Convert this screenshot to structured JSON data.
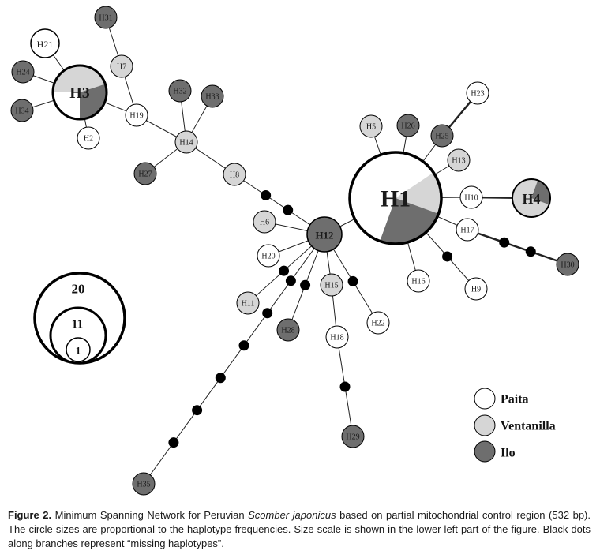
{
  "legend": {
    "items": [
      {
        "label": "Paita",
        "color": "#ffffff"
      },
      {
        "label": "Ventanilla",
        "color": "#d6d6d6"
      },
      {
        "label": "Ilo",
        "color": "#6e6e6e"
      }
    ]
  },
  "size_scale": [
    "20",
    "11",
    "1"
  ],
  "caption": {
    "figure_label": "Figure 2.",
    "text_before": " Minimum Spanning Network for Peruvian ",
    "species": "Scomber japonicus",
    "text_after": " based on partial mitochondrial control region (532 bp). The circle sizes are proportional to the haplotype frequencies. Size scale is shown in the lower left part of the figure. Black dots along branches represent “missing haplotypes”."
  },
  "haplotypes": [
    {
      "id": "H1",
      "label": "H1",
      "population": "mixed",
      "pie": {
        "Paita": 0.6,
        "Ventanilla": 0.15,
        "Ilo": 0.25
      }
    },
    {
      "id": "H3",
      "label": "H3",
      "population": "mixed",
      "pie": {
        "Paita": 0.25,
        "Ventanilla": 0.45,
        "Ilo": 0.3
      }
    },
    {
      "id": "H4",
      "label": "H4",
      "population": "mixed",
      "pie": {
        "Paita": 0.0,
        "Ventanilla": 0.75,
        "Ilo": 0.25
      }
    },
    {
      "id": "H12",
      "label": "H12",
      "population": "mixed",
      "pie": {
        "Paita": 0.0,
        "Ventanilla": 0.0,
        "Ilo": 1.0
      }
    },
    {
      "id": "H2",
      "label": "H2",
      "population": "Paita"
    },
    {
      "id": "H5",
      "label": "H5",
      "population": "Ventanilla"
    },
    {
      "id": "H6",
      "label": "H6",
      "population": "Ventanilla"
    },
    {
      "id": "H7",
      "label": "H7",
      "population": "Ventanilla"
    },
    {
      "id": "H8",
      "label": "H8",
      "population": "Ventanilla"
    },
    {
      "id": "H9",
      "label": "H9",
      "population": "Paita"
    },
    {
      "id": "H10",
      "label": "H10",
      "population": "Paita"
    },
    {
      "id": "H11",
      "label": "H11",
      "population": "Ventanilla"
    },
    {
      "id": "H13",
      "label": "H13",
      "population": "Ventanilla"
    },
    {
      "id": "H14",
      "label": "H14",
      "population": "Ventanilla"
    },
    {
      "id": "H15",
      "label": "H15",
      "population": "Ventanilla"
    },
    {
      "id": "H16",
      "label": "H16",
      "population": "Paita"
    },
    {
      "id": "H17",
      "label": "H17",
      "population": "Paita"
    },
    {
      "id": "H18",
      "label": "H18",
      "population": "Paita"
    },
    {
      "id": "H19",
      "label": "H19",
      "population": "Paita"
    },
    {
      "id": "H20",
      "label": "H20",
      "population": "Paita"
    },
    {
      "id": "H21",
      "label": "H21",
      "population": "Paita"
    },
    {
      "id": "H22",
      "label": "H22",
      "population": "Paita"
    },
    {
      "id": "H23",
      "label": "H23",
      "population": "Paita"
    },
    {
      "id": "H24",
      "label": "H24",
      "population": "Ilo"
    },
    {
      "id": "H25",
      "label": "H25",
      "population": "Ilo"
    },
    {
      "id": "H26",
      "label": "H26",
      "population": "Ilo"
    },
    {
      "id": "H27",
      "label": "H27",
      "population": "Ilo"
    },
    {
      "id": "H28",
      "label": "H28",
      "population": "Ilo"
    },
    {
      "id": "H29",
      "label": "H29",
      "population": "Ilo"
    },
    {
      "id": "H30",
      "label": "H30",
      "population": "Ilo"
    },
    {
      "id": "H31",
      "label": "H31",
      "population": "Ilo"
    },
    {
      "id": "H32",
      "label": "H32",
      "population": "Ilo"
    },
    {
      "id": "H33",
      "label": "H33",
      "population": "Ilo"
    },
    {
      "id": "H34",
      "label": "H34",
      "population": "Ilo"
    },
    {
      "id": "H35",
      "label": "H35",
      "population": "Ilo"
    }
  ],
  "connections": [
    {
      "from": "H3",
      "to": "H21"
    },
    {
      "from": "H3",
      "to": "H24"
    },
    {
      "from": "H3",
      "to": "H34"
    },
    {
      "from": "H3",
      "to": "H2"
    },
    {
      "from": "H3",
      "to": "H19"
    },
    {
      "from": "H19",
      "to": "H7"
    },
    {
      "from": "H7",
      "to": "H31"
    },
    {
      "from": "H19",
      "to": "H14"
    },
    {
      "from": "H14",
      "to": "H32"
    },
    {
      "from": "H14",
      "to": "H33"
    },
    {
      "from": "H14",
      "to": "H27"
    },
    {
      "from": "H14",
      "to": "H8"
    },
    {
      "from": "H8",
      "to": "H12",
      "missing": 2
    },
    {
      "from": "H12",
      "to": "H6"
    },
    {
      "from": "H12",
      "to": "H20"
    },
    {
      "from": "H12",
      "to": "H1"
    },
    {
      "from": "H12",
      "to": "H11",
      "missing": 1
    },
    {
      "from": "H12",
      "to": "H35",
      "missing": 6
    },
    {
      "from": "H12",
      "to": "H28",
      "missing": 1
    },
    {
      "from": "H12",
      "to": "H15"
    },
    {
      "from": "H12",
      "to": "H22",
      "missing": 1
    },
    {
      "from": "H15",
      "to": "H18"
    },
    {
      "from": "H18",
      "to": "H29",
      "missing": 1
    },
    {
      "from": "H1",
      "to": "H5"
    },
    {
      "from": "H1",
      "to": "H26"
    },
    {
      "from": "H1",
      "to": "H25"
    },
    {
      "from": "H25",
      "to": "H23"
    },
    {
      "from": "H1",
      "to": "H13"
    },
    {
      "from": "H1",
      "to": "H10"
    },
    {
      "from": "H10",
      "to": "H4"
    },
    {
      "from": "H1",
      "to": "H17"
    },
    {
      "from": "H17",
      "to": "H30",
      "missing": 2
    },
    {
      "from": "H1",
      "to": "H16"
    },
    {
      "from": "H1",
      "to": "H9",
      "missing": 1
    }
  ]
}
